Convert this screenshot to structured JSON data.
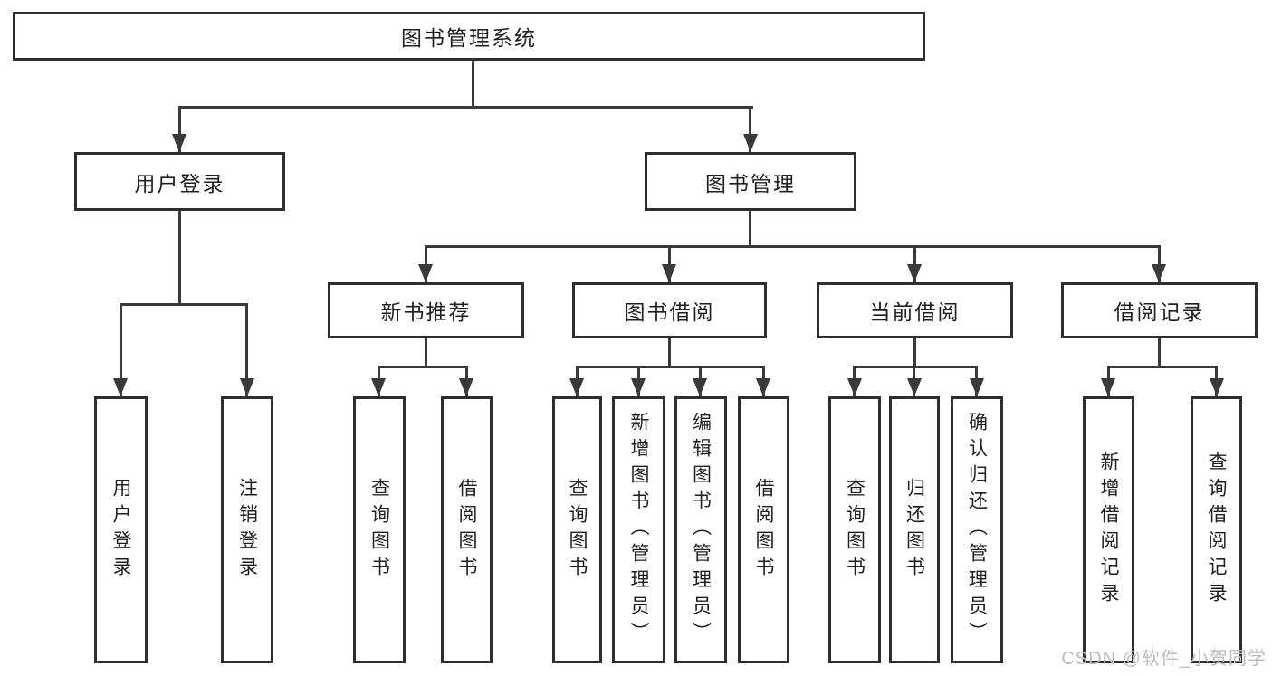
{
  "diagram": {
    "title": "图书管理系统",
    "tree": {
      "root": "图书管理系统",
      "level2": [
        "用户登录",
        "图书管理"
      ],
      "level3": [
        "新书推荐",
        "图书借阅",
        "当前借阅",
        "借阅记录"
      ],
      "user_children": [
        "用户登录",
        "注销登录"
      ],
      "recommend_children": [
        "查询图书",
        "借阅图书"
      ],
      "borrow_children": [
        "查询图书",
        "新增图书（管理员）",
        "编辑图书（管理员）",
        "借阅图书"
      ],
      "current_children": [
        "查询图书",
        "归还图书",
        "确认归还（管理员）"
      ],
      "records_children": [
        "新增借阅记录",
        "查询借阅记录"
      ]
    }
  },
  "watermark": "CSDN @软件_小贺同学",
  "colors": {
    "line": "#3a3a3a",
    "box_border": "#2e2e2e",
    "text": "#1f1f1f",
    "watermark": "#bcbcbc",
    "background": "#ffffff"
  }
}
